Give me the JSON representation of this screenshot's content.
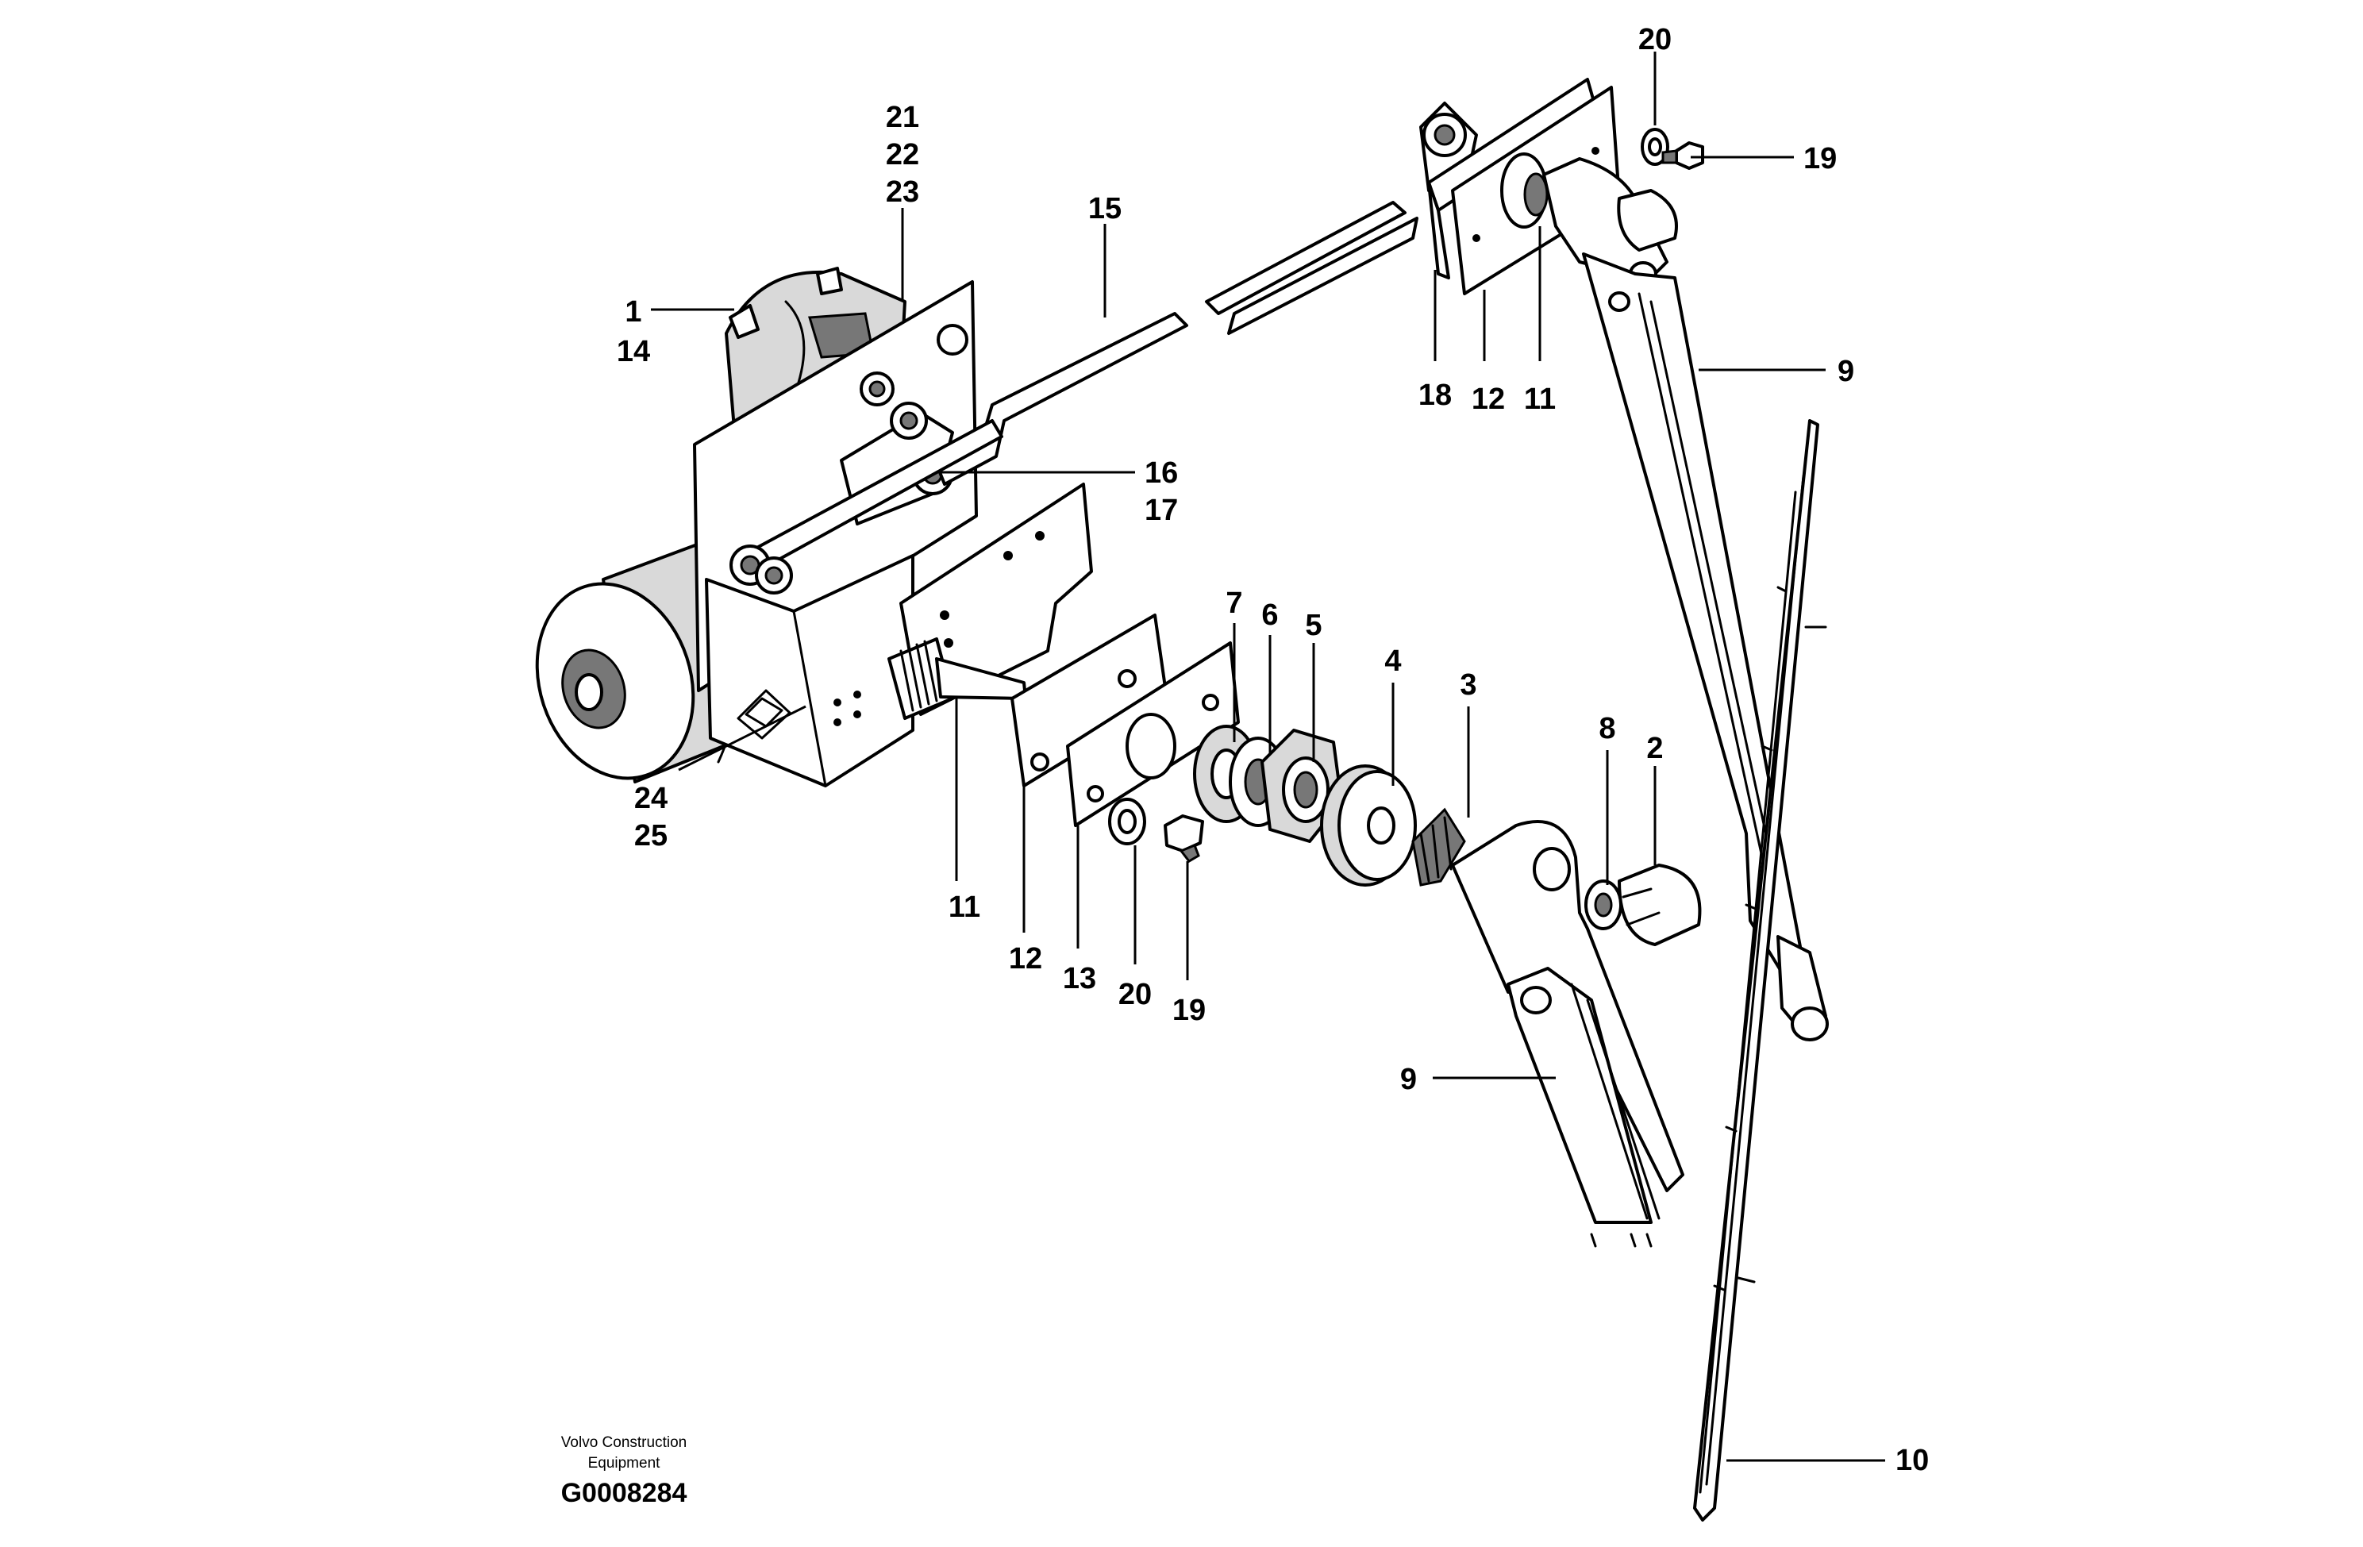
{
  "diagram": {
    "callouts": {
      "c1": "1",
      "c14": "14",
      "c21": "21",
      "c22": "22",
      "c23": "23",
      "c15": "15",
      "c16": "16",
      "c17": "17",
      "c20_top": "20",
      "c19_top": "19",
      "c18": "18",
      "c12_top": "12",
      "c11_top": "11",
      "c9_top": "9",
      "c7": "7",
      "c6": "6",
      "c5": "5",
      "c4": "4",
      "c3": "3",
      "c8": "8",
      "c2": "2",
      "c24": "24",
      "c25": "25",
      "c11_bottom": "11",
      "c12_bottom": "12",
      "c13": "13",
      "c20_bottom": "20",
      "c19_bottom": "19",
      "c9_bottom": "9",
      "c10": "10"
    },
    "caption": {
      "line1": "Volvo Construction",
      "line2": "Equipment",
      "code": "G0008284"
    }
  }
}
